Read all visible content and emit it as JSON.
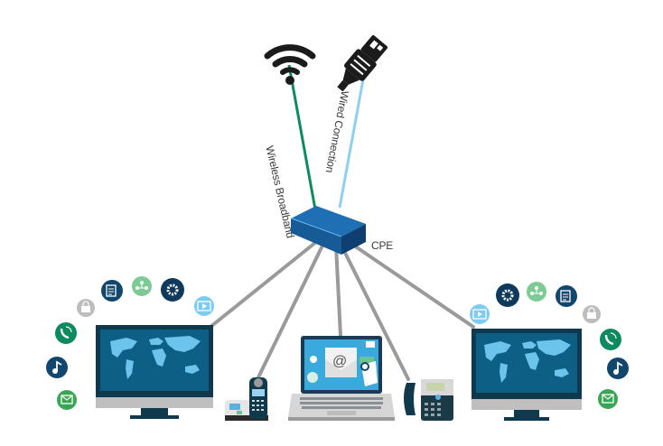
{
  "diagram": {
    "type": "network-topology",
    "hub": {
      "label": "CPE",
      "color": "#1a5a96"
    },
    "uplinks": [
      {
        "label": "Wireless Broadband",
        "icon": "wifi-icon",
        "line_color": "#0e8a5f"
      },
      {
        "label": "Wired Connection",
        "icon": "ethernet-plug-icon",
        "line_color": "#8fd0f0"
      }
    ],
    "devices": [
      {
        "name": "desktop-monitor-left",
        "icon": "monitor-world-map-icon"
      },
      {
        "name": "cordless-phone",
        "icon": "cordless-phone-icon"
      },
      {
        "name": "laptop",
        "icon": "laptop-email-icon"
      },
      {
        "name": "desk-phone",
        "icon": "ip-desk-phone-icon"
      },
      {
        "name": "desktop-monitor-right",
        "icon": "monitor-world-map-icon"
      }
    ],
    "link_color": "#9a9a9a",
    "service_icons_left": [
      "email-icon",
      "music-icon",
      "voice-call-icon",
      "shopping-icon",
      "notes-icon",
      "share-icon",
      "settings-icon",
      "video-icon"
    ],
    "service_icons_right": [
      "video-icon",
      "settings-icon",
      "share-icon",
      "notes-icon",
      "shopping-icon",
      "voice-call-icon",
      "music-icon",
      "email-icon"
    ]
  },
  "colors": {
    "dark_teal": "#0f4a6b",
    "screen_blue": "#0d5f86",
    "map_blue": "#6cc3eb",
    "green": "#3aa655",
    "light_green": "#7ccb94",
    "light_blue": "#7ccbf0",
    "gray": "#b5b5b5",
    "navy": "#11466d"
  }
}
